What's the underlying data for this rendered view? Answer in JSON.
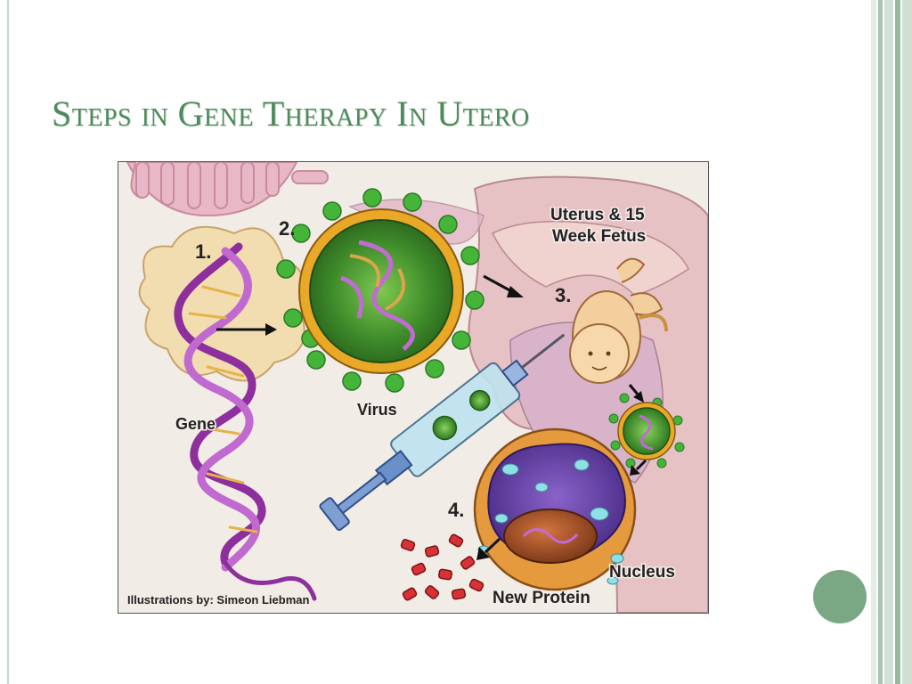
{
  "slide": {
    "title": "Steps in Gene Therapy In Utero",
    "theme_colors": {
      "accent": "#4e8a5c",
      "stripe_light": "#d3e2d6",
      "stripe_dark": "#98b8a0",
      "circle": "#7aa884"
    }
  },
  "figure": {
    "steps": {
      "s1": "1.",
      "s2": "2.",
      "s3": "3.",
      "s4": "4."
    },
    "labels": {
      "uterus_line1": "Uterus & 15",
      "uterus_line2": "Week Fetus",
      "gene": "Gene",
      "virus": "Virus",
      "nucleus": "Nucleus",
      "new_protein": "New Protein"
    },
    "credit": "Illustrations by: Simeon Liebman"
  }
}
